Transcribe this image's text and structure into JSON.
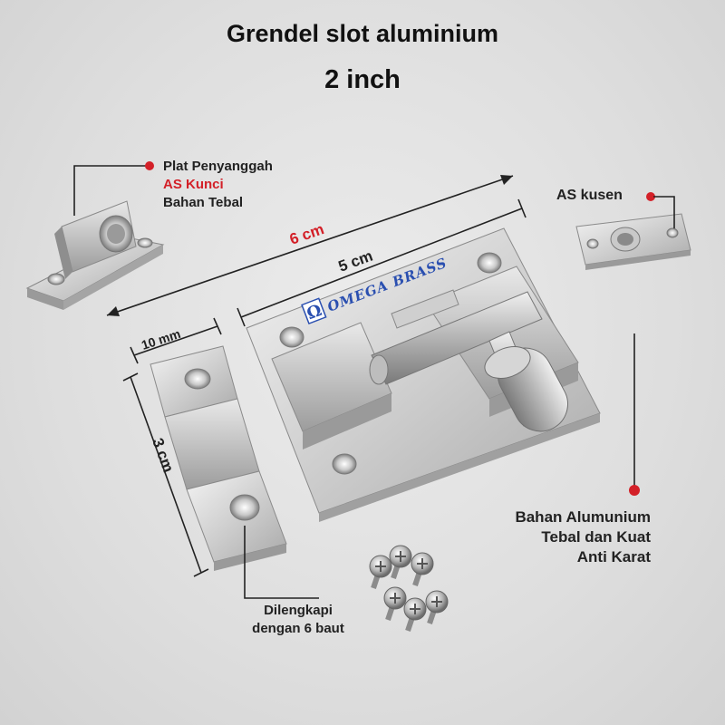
{
  "title": {
    "line1": "Grendel slot aluminium",
    "line2": "2 inch"
  },
  "labels": {
    "plat_line1": "Plat Penyanggah",
    "plat_line2": "AS Kunci",
    "plat_line3": "Bahan Tebal",
    "as_kusen": "AS kusen",
    "bahan_line1": "Bahan Alumunium",
    "bahan_line2": "Tebal dan Kuat",
    "bahan_line3": "Anti Karat",
    "baut_line1": "Dilengkapi",
    "baut_line2": "dengan 6 baut"
  },
  "dimensions": {
    "overall": "6 cm",
    "plate": "5 cm",
    "width": "10 mm",
    "height": "3 cm"
  },
  "brand": {
    "symbol": "Ω",
    "name": "OMEGA BRASS"
  },
  "colors": {
    "accent_red": "#d32028",
    "brand_blue": "#2a4fb0"
  }
}
